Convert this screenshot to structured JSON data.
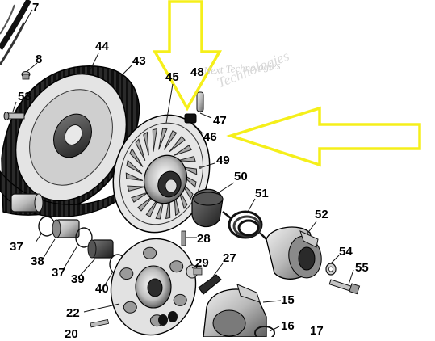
{
  "watermark": {
    "line1": "Next Technologies",
    "line2": "Technologies"
  },
  "callouts": {
    "c7": "7",
    "c8": "8",
    "c44": "44",
    "c43": "43",
    "c45": "45",
    "c48": "48",
    "c53": "53",
    "c47": "47",
    "c46": "46",
    "c49": "49",
    "c50": "50",
    "c51": "51",
    "c52": "52",
    "c37a": "37",
    "c38": "38",
    "c37b": "37",
    "c39": "39",
    "c40": "40",
    "c28": "28",
    "c29": "29",
    "c27": "27",
    "c54": "54",
    "c55": "55",
    "c22": "22",
    "c15": "15",
    "c16": "16",
    "c17": "17",
    "c20": "20"
  },
  "colors": {
    "highlight_arrow": "#f5ef1a",
    "line": "#111111",
    "belt": "#1a1a1a",
    "metal_light": "#d8d8d8",
    "metal_mid": "#9a9a9a",
    "metal_dark": "#3a3a3a"
  }
}
